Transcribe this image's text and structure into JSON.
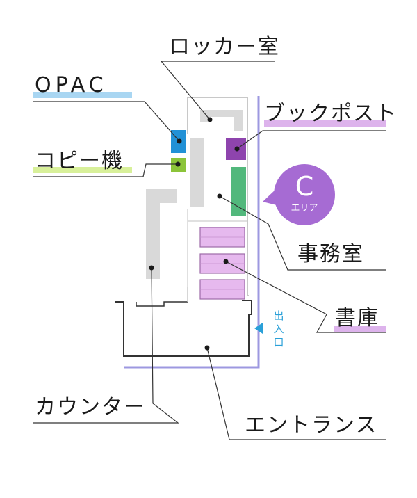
{
  "labels": {
    "locker": "ロッカー室",
    "opac": "OPAC",
    "copier": "コピー機",
    "bookpost": "ブックポスト",
    "office": "事務室",
    "stacks": "書庫",
    "counter": "カウンター",
    "entrance": "エントランス"
  },
  "area_badge": {
    "letter": "C",
    "sub": "エリア",
    "color": "#a66bd3"
  },
  "exit": {
    "chars": [
      "出",
      "入",
      "口"
    ],
    "color": "#2aa0d8"
  },
  "colors": {
    "opac": "#2291d6",
    "copier": "#8cc43a",
    "bookpost": "#8e44ad",
    "office_block": "#52b87c",
    "stacks": "#e6b9ee",
    "route": "#9d98e0",
    "underline_blue": "#a9d6f2",
    "underline_green": "#d8f09a",
    "underline_purple": "#ddb3ec",
    "furniture_gray": "#d9d9d9"
  },
  "icons": [
    "exit-arrow-icon"
  ]
}
